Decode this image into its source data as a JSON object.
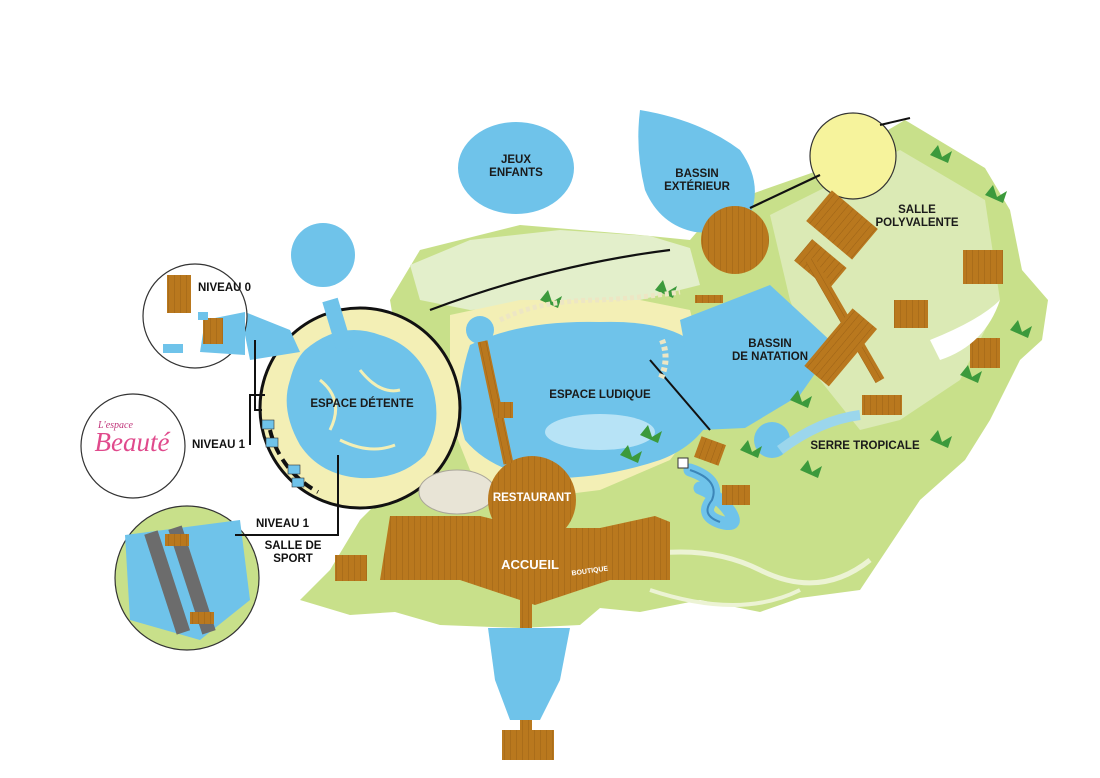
{
  "labels": {
    "jeux_enfants": "JEUX\nENFANTS",
    "bassin_exterieur": "BASSIN\nEXTÉRIEUR",
    "salle_polyvalente": "SALLE\nPOLYVALENTE",
    "bassin_natation": "BASSIN\nDE NATATION",
    "espace_ludique": "ESPACE LUDIQUE",
    "espace_detente": "ESPACE DÉTENTE",
    "serre_tropicale": "SERRE TROPICALE",
    "restaurant": "RESTAURANT",
    "accueil": "ACCUEIL",
    "boutique": "BOUTIQUE",
    "niveau_0": "NIVEAU 0",
    "niveau_1_beaute": "NIVEAU 1",
    "niveau_1_sport": "NIVEAU 1",
    "salle_de_sport": "SALLE DE\nSPORT"
  },
  "logo": {
    "beaute_small": "L'espace",
    "beaute_big": "Beauté"
  },
  "colors": {
    "water": "#6fc3ea",
    "grass": "#c8e08a",
    "grass_light": "#dcebb6",
    "sand": "#f3efb5",
    "wood": "#b9781e",
    "sun": "#f6f39c",
    "line": "#111111"
  }
}
